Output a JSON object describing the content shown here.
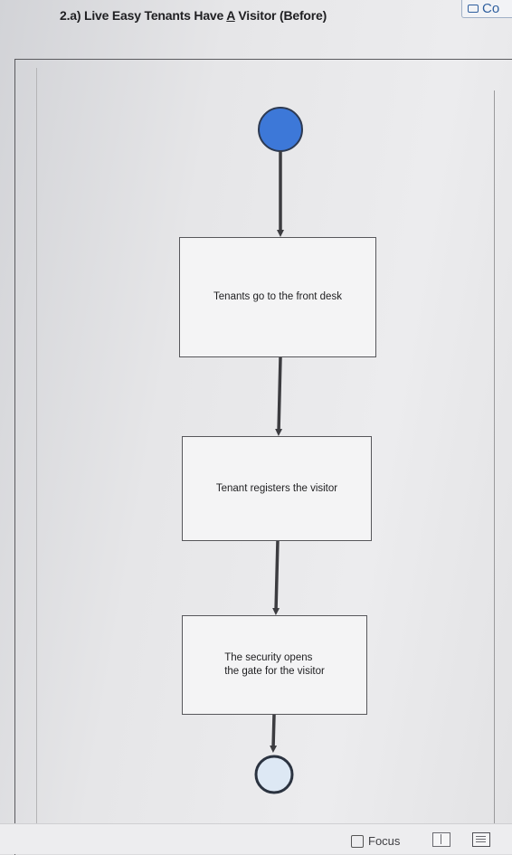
{
  "header": {
    "comment_label": "Co",
    "title_prefix": "2.a) Live Easy Tenants Have ",
    "title_underlined": "A",
    "title_suffix": " Visitor (Before)"
  },
  "diagram": {
    "activities": [
      {
        "id": "a1",
        "text": "Tenants go to the front desk"
      },
      {
        "id": "a2",
        "text": "Tenant registers the visitor"
      },
      {
        "id": "a3",
        "text": "The security opens\nthe gate for the visitor"
      }
    ],
    "colors": {
      "initial_fill": "#3d78d8",
      "final_fill": "#dde8f4",
      "final_stroke": "#2b3340",
      "line": "#3c3c40"
    }
  },
  "statusbar": {
    "focus_label": "Focus",
    "focus_icon": "focus-icon",
    "read_mode_icon": "read-mode-icon",
    "print_layout_icon": "print-layout-icon"
  }
}
